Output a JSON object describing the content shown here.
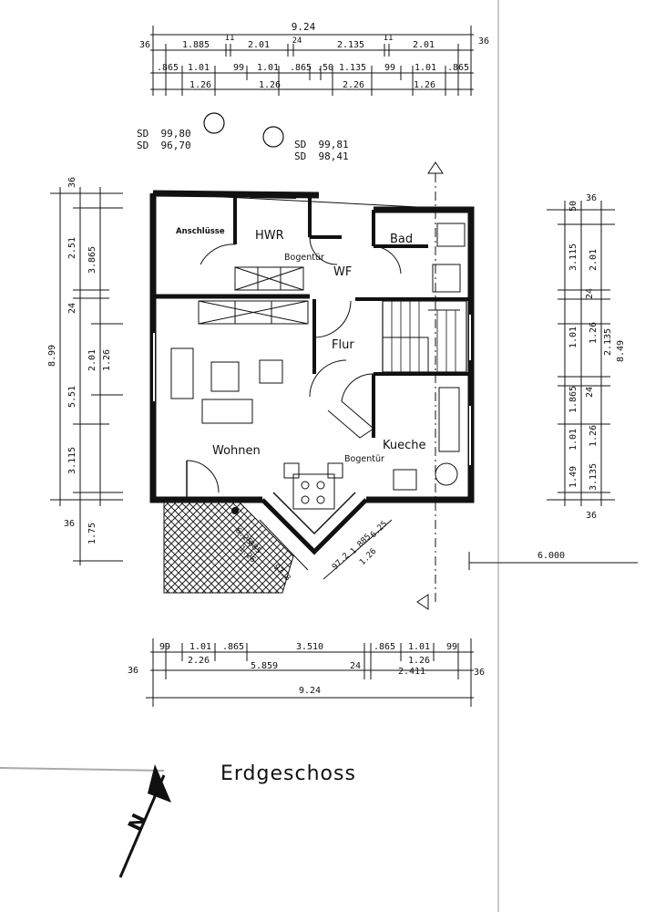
{
  "title": "Erdgeschoss",
  "north_label": "N",
  "rooms": {
    "anschluesse": "Anschlüsse",
    "hwr": "HWR",
    "bad": "Bad",
    "wf": "WF",
    "bogentuer_1": "Bogentür",
    "flur": "Flur",
    "wohnen": "Wohnen",
    "kueche": "Kueche",
    "bogentuer_2": "Bogentür"
  },
  "sd": {
    "a1": "SD  99,80",
    "a2": "SD  96,70",
    "b1": "SD  99,81",
    "b2": "SD  98,41"
  },
  "dims": {
    "top_total": "9.24",
    "top_l1": [
      "36",
      "1.885",
      "11",
      "2.01",
      "24",
      "2.135",
      "11",
      "2.01",
      "36"
    ],
    "top_l2": [
      ".865",
      "1.01",
      "99",
      "1.01",
      ".865",
      ".50",
      "1.135",
      "99",
      "1.01",
      ".865"
    ],
    "top_l3": [
      "1.26",
      "1.26",
      "2.26",
      "1.26"
    ],
    "left_total": "8.99",
    "left_l1": [
      "2.51",
      "24",
      "5.51",
      "3.115",
      "1.75"
    ],
    "left_l2": [
      "3.865",
      "2.01",
      "1.26"
    ],
    "left_36_top": "36",
    "left_36_bottom": "36",
    "right_total": "8.49",
    "right_l1": [
      "50",
      "3.115",
      "24",
      "1.01",
      "1.865",
      "24",
      "1.01",
      "1.49"
    ],
    "right_l2": [
      "36",
      "2.01",
      "1.26",
      "2.135",
      "1.26",
      "3.135",
      "36"
    ],
    "right_6000": "6.000",
    "bottom_l1": [
      "99",
      "1.01",
      ".865",
      "3.510",
      ".865",
      "1.01",
      "99"
    ],
    "bottom_l2": [
      "2.26",
      "1.26"
    ],
    "bottom_l3": [
      "36",
      "5.859",
      "24",
      "2.411",
      "36"
    ],
    "bottom_total": "9.24",
    "diag_left": [
      "6.25",
      "885",
      "1.26",
      "97.8"
    ],
    "diag_right": [
      "97.2",
      "1.885",
      "6.25",
      "1.26"
    ]
  }
}
